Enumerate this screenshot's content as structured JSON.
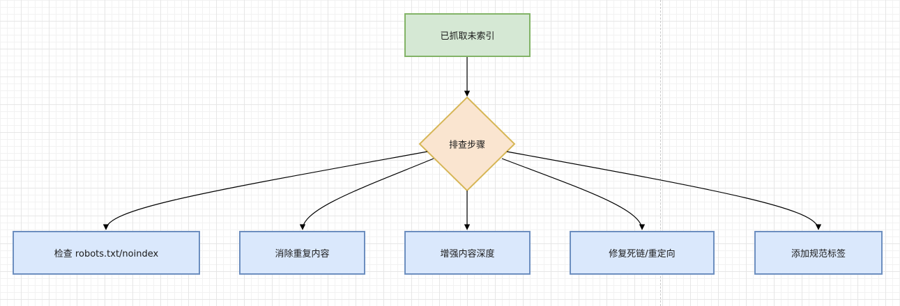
{
  "diagram": {
    "start_node": {
      "label": "已抓取未索引"
    },
    "decision_node": {
      "label": "排查步骤"
    },
    "action_nodes": [
      {
        "label": "检查 robots.txt/noindex"
      },
      {
        "label": "消除重复内容"
      },
      {
        "label": "增强内容深度"
      },
      {
        "label": "修复死链/重定向"
      },
      {
        "label": "添加规范标签"
      }
    ]
  },
  "colors": {
    "start_fill": "#d5e8d4",
    "start_stroke": "#82b366",
    "decision_fill": "#fae5d0",
    "decision_stroke": "#d6b656",
    "action_fill": "#dae8fc",
    "action_stroke": "#6c8ebf",
    "edge": "#000000"
  }
}
